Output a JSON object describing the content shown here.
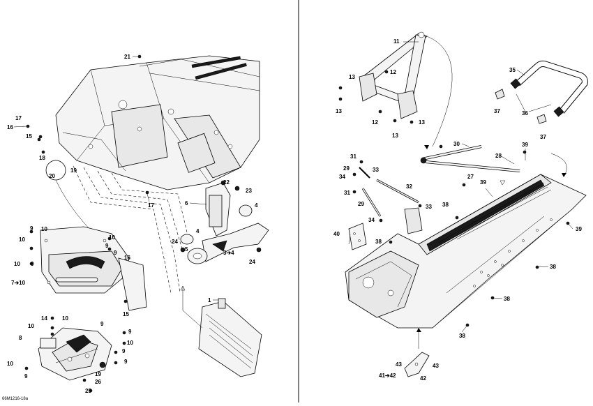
{
  "drawing_ref": "66M1216-18a",
  "callouts": {
    "c1": "1",
    "c3to4": "3➔4",
    "c4a": "4",
    "c4b": "4",
    "c5": "5",
    "c6": "6",
    "c7to10": "7➔10",
    "c8": "8",
    "c9a": "9",
    "c9b": "9",
    "c9c": "9",
    "c9d": "9",
    "c9e": "9",
    "c9f": "9",
    "c9g": "9",
    "c9h": "9",
    "c9i": "9",
    "c10a": "10",
    "c10b": "10",
    "c10c": "10",
    "c10d": "10",
    "c10e": "10",
    "c10f": "10",
    "c10g": "10",
    "c10h": "10",
    "c11": "11",
    "c12a": "12",
    "c12b": "12",
    "c13a": "13",
    "c13b": "13",
    "c13c": "13",
    "c13d": "13",
    "c14": "14",
    "c15a": "15",
    "c15b": "15",
    "c16a": "16",
    "c16b": "16",
    "c17a": "17",
    "c17b": "17",
    "c18": "18",
    "c19a": "19",
    "c19b": "19",
    "c20": "20",
    "c21": "21",
    "c22": "22",
    "c23": "23",
    "c24a": "24",
    "c24b": "24",
    "c25": "25",
    "c26": "26",
    "c27": "27",
    "c28": "28",
    "c29a": "29",
    "c29b": "29",
    "c30": "30",
    "c31a": "31",
    "c31b": "31",
    "c32": "32",
    "c33a": "33",
    "c33b": "33",
    "c34a": "34",
    "c34b": "34",
    "c35": "35",
    "c36": "36",
    "c37a": "37",
    "c37b": "37",
    "c38a": "38",
    "c38b": "38",
    "c38c": "38",
    "c38d": "38",
    "c38e": "38",
    "c39a": "39",
    "c39b": "39",
    "c39c": "39",
    "c40": "40",
    "c41to42": "41➔42",
    "c42": "42",
    "c43a": "43",
    "c43b": "43"
  }
}
